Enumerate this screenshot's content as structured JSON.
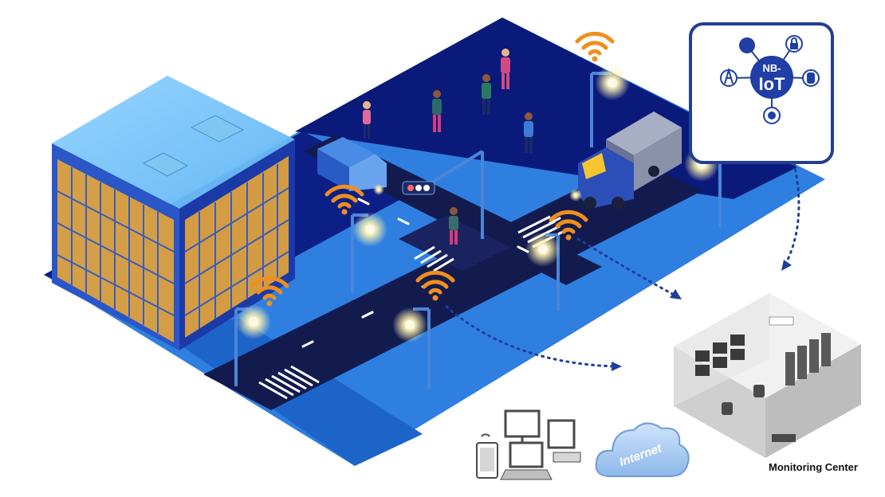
{
  "iot_badge": {
    "line1": "NB-",
    "line2": "IoT"
  },
  "cloud": {
    "label": "Internet"
  },
  "monitoring_center": {
    "label": "Monitoring Center"
  },
  "colors": {
    "ground_dark": "#0a1a7a",
    "ground_light": "#2e7fe0",
    "road": "#131b4e",
    "wifi": "#f08f1d",
    "lamp_glow": "#fff6c8",
    "building_blue": "#2a56c8",
    "window_gold": "#e3a53b",
    "badge_border": "#233e94",
    "arrow_dots": "#1e3f9c"
  },
  "icons": [
    "wifi-signal-icon",
    "street-lamp-icon",
    "truck-icon",
    "person-icon",
    "lock-icon",
    "share-icon",
    "tower-icon",
    "database-icon",
    "gear-icon",
    "monitor-icon",
    "laptop-icon",
    "phone-icon"
  ]
}
